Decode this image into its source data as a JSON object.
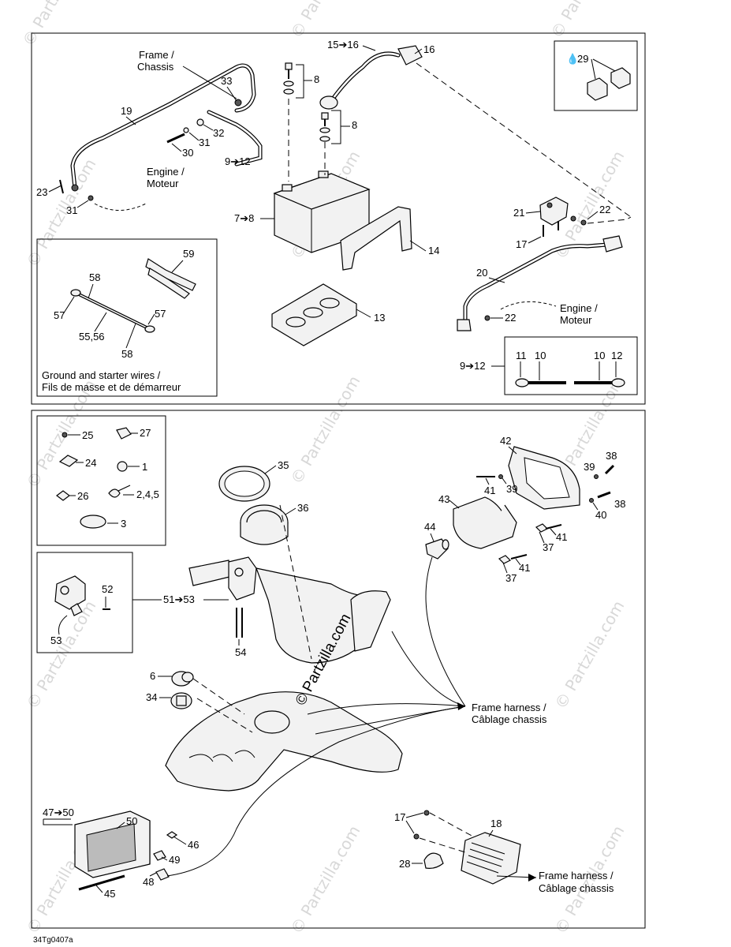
{
  "watermarks": [
    "© Partzilla.com",
    "© Partzilla.com",
    "© Partzilla.com",
    "© Partzilla.com",
    "© Partzilla.com",
    "© Partzilla.com",
    "© Partzilla.com",
    "© Partzilla.com",
    "© Partzilla.com",
    "© Partzilla.com",
    "© Partzilla.com",
    "© Partzilla.com",
    "© Partzilla.com",
    "© Partzilla.com"
  ],
  "center_watermark": "© Partzilla.com",
  "figure_code": "34Tg0407a",
  "top_panel": {
    "frame_label": [
      "Frame /",
      "Chassis"
    ],
    "engine_label_1": [
      "Engine /",
      "Moteur"
    ],
    "engine_label_2": [
      "Engine /",
      "Moteur"
    ],
    "inset_caption": [
      "Ground and starter wires /",
      "Fils de masse et de démarreur"
    ],
    "callouts": {
      "c15_16": "15➔16",
      "c16": "16",
      "c29": "29",
      "c33": "33",
      "c19": "19",
      "c8a": "8",
      "c8b": "8",
      "c32": "32",
      "c31a": "31",
      "c30": "30",
      "c9_12a": "9➔12",
      "c23": "23",
      "c31b": "31",
      "c7_8": "7➔8",
      "c21": "21",
      "c22a": "22",
      "c17": "17",
      "c14": "14",
      "c59": "59",
      "c58a": "58",
      "c57a": "57",
      "c57b": "57",
      "c55_56": "55,56",
      "c58b": "58",
      "c13": "13",
      "c20": "20",
      "c22b": "22",
      "c9_12b": "9➔12",
      "c11": "11",
      "c10a": "10",
      "c10b": "10",
      "c12": "12"
    }
  },
  "bottom_panel": {
    "frame_harness_1": [
      "Frame harness /",
      "Câblage chassis"
    ],
    "frame_harness_2": [
      "Frame harness /",
      "Câblage chassis"
    ],
    "callouts": {
      "c25": "25",
      "c27": "27",
      "c24": "24",
      "c1": "1",
      "c26": "26",
      "c245": "2,4,5",
      "c3": "3",
      "c35": "35",
      "c36": "36",
      "c42": "42",
      "c38a": "38",
      "c39a": "39",
      "c39b": "39",
      "c41a": "41",
      "c43": "43",
      "c38b": "38",
      "c40": "40",
      "c44": "44",
      "c41b": "41",
      "c37a": "37",
      "c41c": "41",
      "c37b": "37",
      "c52": "52",
      "c51_53": "51➔53",
      "c53": "53",
      "c54": "54",
      "c6": "6",
      "c34": "34",
      "c47_50": "47➔50",
      "c50": "50",
      "c46": "46",
      "c49": "49",
      "c48": "48",
      "c45": "45",
      "c17": "17",
      "c18": "18",
      "c28": "28"
    }
  }
}
